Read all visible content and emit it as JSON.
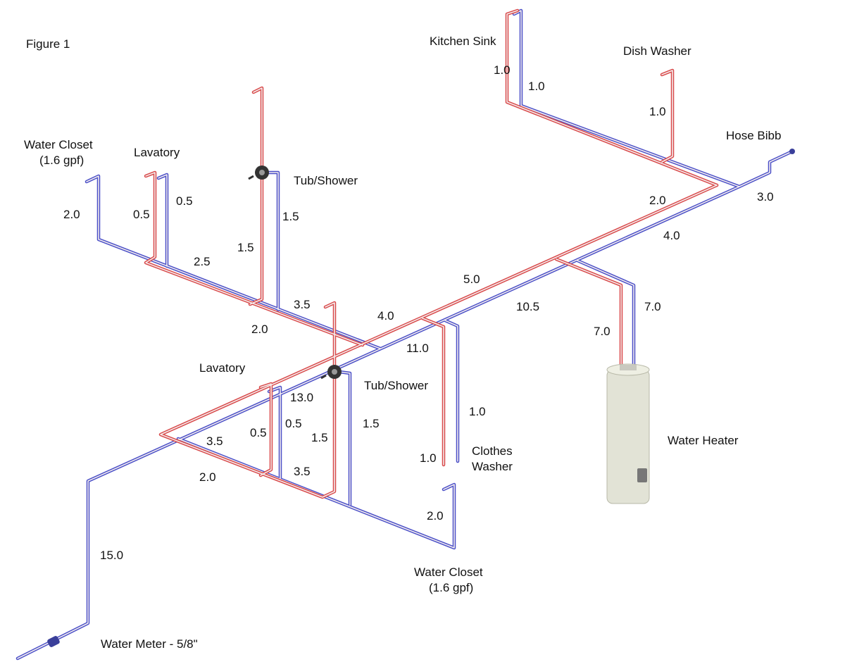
{
  "title": "Figure 1",
  "colors": {
    "hot": "#d9494a",
    "cold": "#4a4fc8",
    "heater": "#e2e3d6"
  },
  "fixtures": {
    "kitchen_sink": "Kitchen Sink",
    "dish_washer": "Dish Washer",
    "hose_bibb": "Hose Bibb",
    "water_closet_upper": [
      "Water Closet",
      "(1.6 gpf)"
    ],
    "lavatory_upper": "Lavatory",
    "tub_shower_upper": "Tub/Shower",
    "lavatory_lower": "Lavatory",
    "tub_shower_lower": "Tub/Shower",
    "clothes_washer": [
      "Clothes",
      "Washer"
    ],
    "water_heater": "Water Heater",
    "water_closet_lower": [
      "Water Closet",
      "(1.6 gpf)"
    ],
    "water_meter": "Water Meter - 5/8\""
  },
  "fixture_units": {
    "ks_hot": "1.0",
    "ks_cold": "1.0",
    "dw": "1.0",
    "hose": "3.0",
    "main_hot_a": "2.0",
    "main_cold_a": "4.0",
    "main_hot_b": "5.0",
    "main_cold_b": "10.5",
    "wh_hot": "7.0",
    "wh_cold": "7.0",
    "wc_up": "2.0",
    "lav_up_hot": "0.5",
    "lav_up_cold": "0.5",
    "tub_up_hot": "1.5",
    "tub_up_cold": "1.5",
    "up_cold_run": "2.5",
    "up_cold_run2": "3.5",
    "up_hot_run": "2.0",
    "main_hot_c": "4.0",
    "main_cold_c": "11.0",
    "main_cold_d": "13.0",
    "cw_hot": "1.0",
    "cw_cold": "1.0",
    "lav_lo_hot": "0.5",
    "lav_lo_cold": "0.5",
    "tub_lo_hot": "1.5",
    "tub_lo_cold": "1.5",
    "lo_cold_run": "3.5",
    "lo_hot_run": "2.0",
    "lo_cold_run2": "3.5",
    "wc_lo": "2.0",
    "meter_riser": "15.0"
  }
}
